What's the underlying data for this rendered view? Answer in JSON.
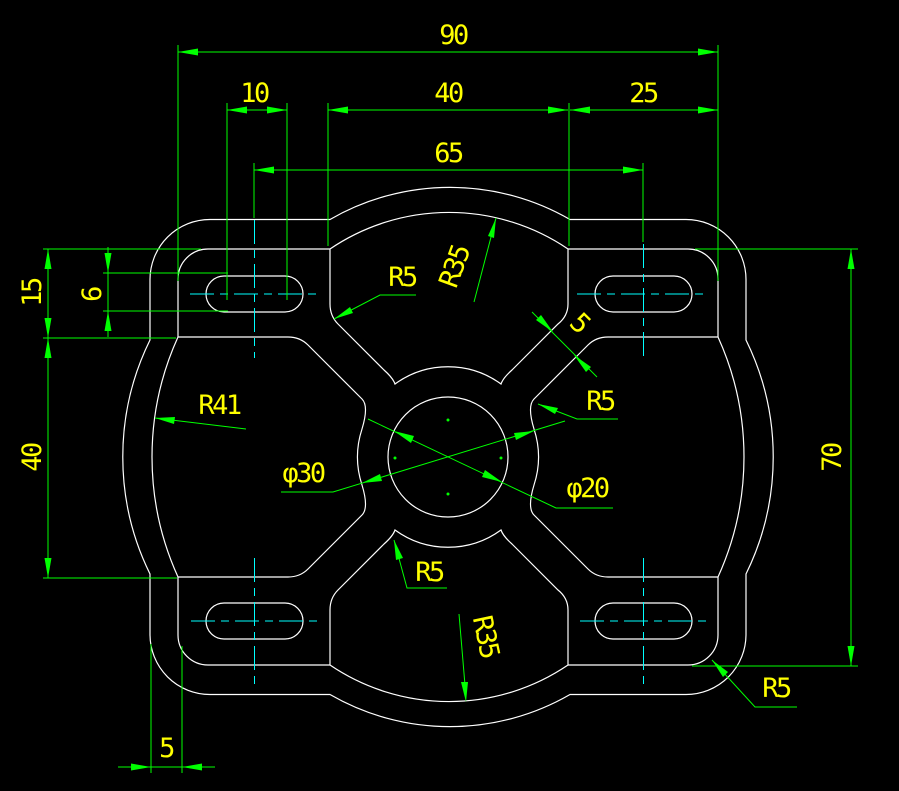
{
  "app": {
    "name": "cad-drawing-view",
    "background": "#000000"
  },
  "palette": {
    "outline": "#ffffff",
    "dimension_lines": "#00ff00",
    "dimension_text": "#ffff00",
    "centerlines": "#00ffff"
  },
  "part": {
    "description": "four-lobed plate with central hub, bore, four corner slots and connecting webs"
  },
  "dims": {
    "top": {
      "overall_width": "90",
      "slot_length": "10",
      "arch_width": "40",
      "edge_offset": "25",
      "slot_span": "65"
    },
    "left": {
      "pad_height": "15",
      "slot_width": "6",
      "window_height": "40"
    },
    "right": {
      "overall_height": "70"
    },
    "bottom": {
      "rim_thickness": "5"
    }
  },
  "annotations": {
    "fillet_top_left": "R5",
    "arch_top_radius": "R35",
    "web_width": "5",
    "fillet_web_right": "R5",
    "side_radius": "R41",
    "hub_diameter": "φ30",
    "bore_diameter": "φ20",
    "fillet_bottom_center": "R5",
    "arch_bottom_radius": "R35",
    "corner_bottom_right": "R5"
  }
}
